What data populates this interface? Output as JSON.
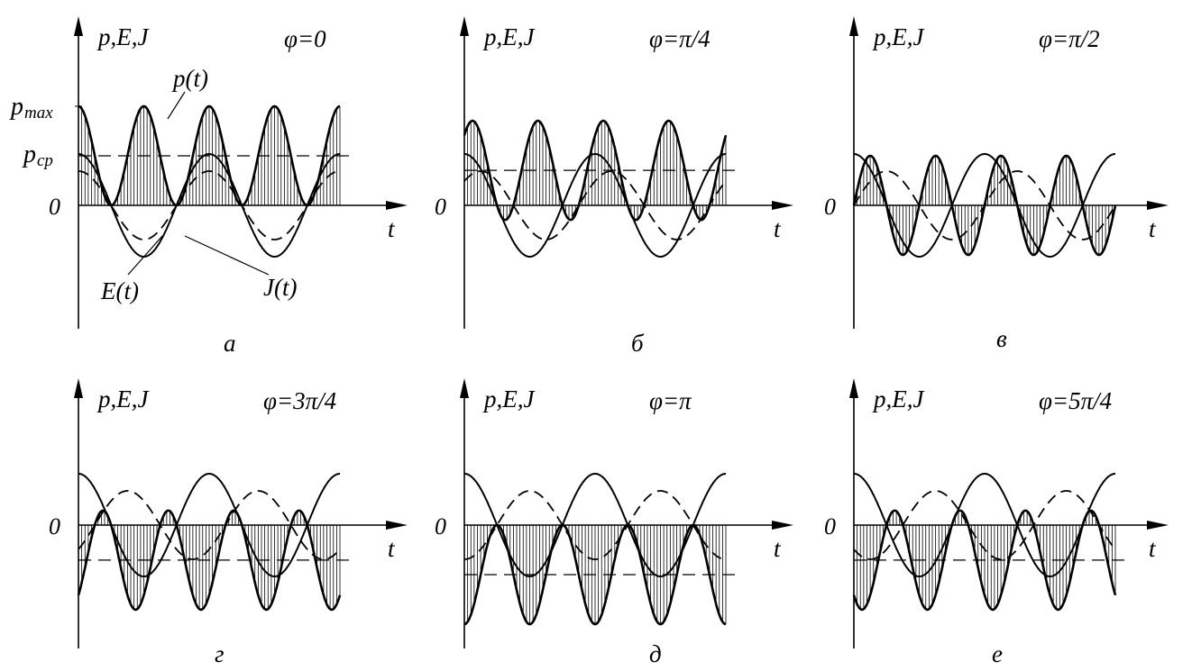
{
  "chart_data": [
    {
      "id": "a",
      "type": "line",
      "panel_label": "а",
      "phase_label": "φ=0",
      "phase": 0,
      "ylabel": "p,E,J",
      "xlabel": "t",
      "origin_label": "0",
      "pmax_label": "p",
      "pmax_sub": "max",
      "pcp_label": "p",
      "pcp_sub": "cp",
      "annotations": [
        "p(t)",
        "E(t)",
        "J(t)"
      ],
      "omega_periods": 2,
      "x_range": [
        0,
        2
      ],
      "ylim": [
        -1.2,
        1.2
      ],
      "series": [
        {
          "name": "p(t)",
          "style": "solid-bold-hatched",
          "amplitude": 1.0,
          "offset": 0.5,
          "freq": 2
        },
        {
          "name": "E(t)",
          "style": "solid",
          "amplitude": 1.0,
          "freq": 1
        },
        {
          "name": "J(t)",
          "style": "dashed",
          "amplitude": 0.65,
          "freq": 1
        }
      ],
      "average_power": 0.5
    },
    {
      "id": "b",
      "type": "line",
      "panel_label": "б",
      "phase_label": "φ=π/4",
      "phase": 0.785398,
      "ylabel": "p,E,J",
      "xlabel": "t",
      "origin_label": "0",
      "series": [
        {
          "name": "p(t)",
          "style": "solid-bold-hatched"
        },
        {
          "name": "E(t)",
          "style": "solid"
        },
        {
          "name": "J(t)",
          "style": "dashed"
        }
      ],
      "average_power": 0.354
    },
    {
      "id": "c",
      "type": "line",
      "panel_label": "в",
      "phase_label": "φ=π/2",
      "phase": 1.570796,
      "ylabel": "p,E,J",
      "xlabel": "t",
      "origin_label": "0",
      "series": [
        {
          "name": "p(t)",
          "style": "solid-bold-hatched"
        },
        {
          "name": "E(t)",
          "style": "solid"
        },
        {
          "name": "J(t)",
          "style": "dashed"
        }
      ],
      "average_power": 0
    },
    {
      "id": "d",
      "type": "line",
      "panel_label": "г",
      "phase_label": "φ=3π/4",
      "phase": 2.356194,
      "ylabel": "p,E,J",
      "xlabel": "t",
      "origin_label": "0",
      "series": [
        {
          "name": "p(t)",
          "style": "solid-bold-hatched"
        },
        {
          "name": "E(t)",
          "style": "solid"
        },
        {
          "name": "J(t)",
          "style": "dashed"
        }
      ],
      "average_power": -0.354
    },
    {
      "id": "e",
      "type": "line",
      "panel_label": "д",
      "phase_label": "φ=π",
      "phase": 3.141593,
      "ylabel": "p,E,J",
      "xlabel": "t",
      "origin_label": "0",
      "series": [
        {
          "name": "p(t)",
          "style": "solid-bold-hatched"
        },
        {
          "name": "E(t)",
          "style": "solid"
        },
        {
          "name": "J(t)",
          "style": "dashed"
        }
      ],
      "average_power": -0.5
    },
    {
      "id": "f",
      "type": "line",
      "panel_label": "е",
      "phase_label": "φ=5π/4",
      "phase": 3.926991,
      "ylabel": "p,E,J",
      "xlabel": "t",
      "origin_label": "0",
      "series": [
        {
          "name": "p(t)",
          "style": "solid-bold-hatched"
        },
        {
          "name": "E(t)",
          "style": "solid"
        },
        {
          "name": "J(t)",
          "style": "dashed"
        }
      ],
      "average_power": -0.354
    }
  ],
  "colors": {
    "ink": "#000000",
    "background": "#ffffff"
  }
}
